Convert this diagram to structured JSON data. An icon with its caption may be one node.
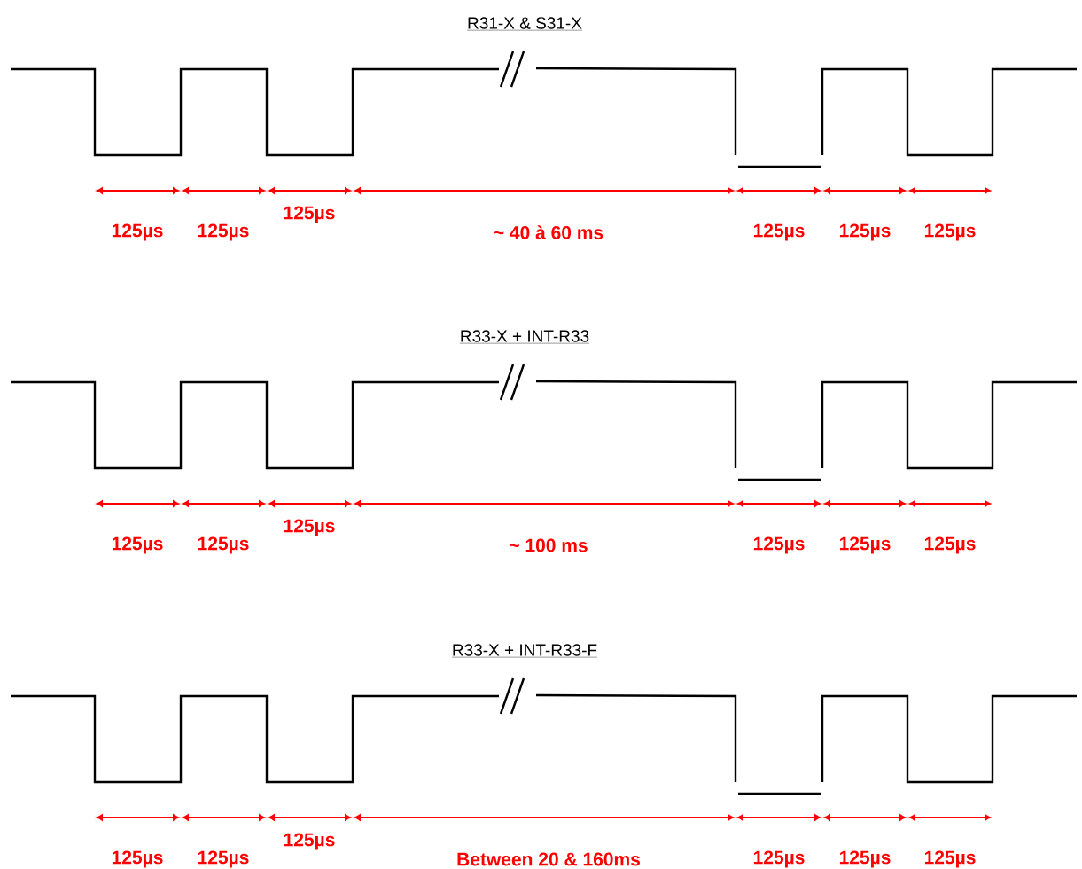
{
  "diagram": {
    "labels": [
      "R31-X  & S31-X",
      "125µs",
      "125µs",
      "125µs",
      "~ 40 à 60 ms",
      "125µs",
      "125µs",
      "125µs",
      "R33-X  + INT-R33",
      "125µs",
      "125µs",
      "125µs",
      "~ 100 ms",
      "125µs",
      "125µs",
      "125µs",
      "R33-X  + INT-R33-F",
      "125µs",
      "125µs",
      "125µs",
      "Between 20 & 160ms",
      "125µs",
      "125µs",
      "125µs"
    ]
  }
}
